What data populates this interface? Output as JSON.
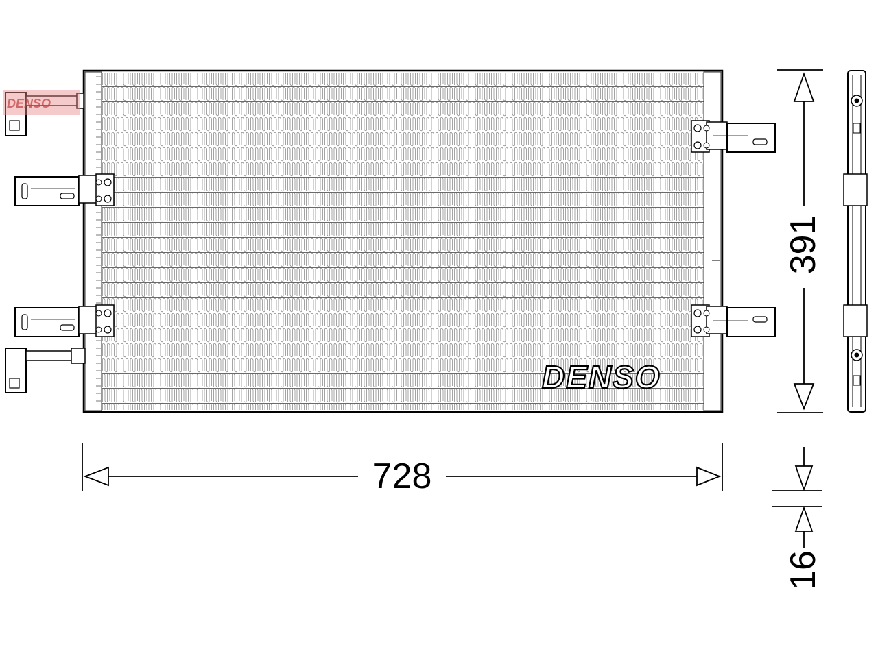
{
  "brand": {
    "logo": "DENSO",
    "watermark": "DENSO"
  },
  "dimensions": {
    "width": "728",
    "height": "391",
    "thickness": "16"
  }
}
